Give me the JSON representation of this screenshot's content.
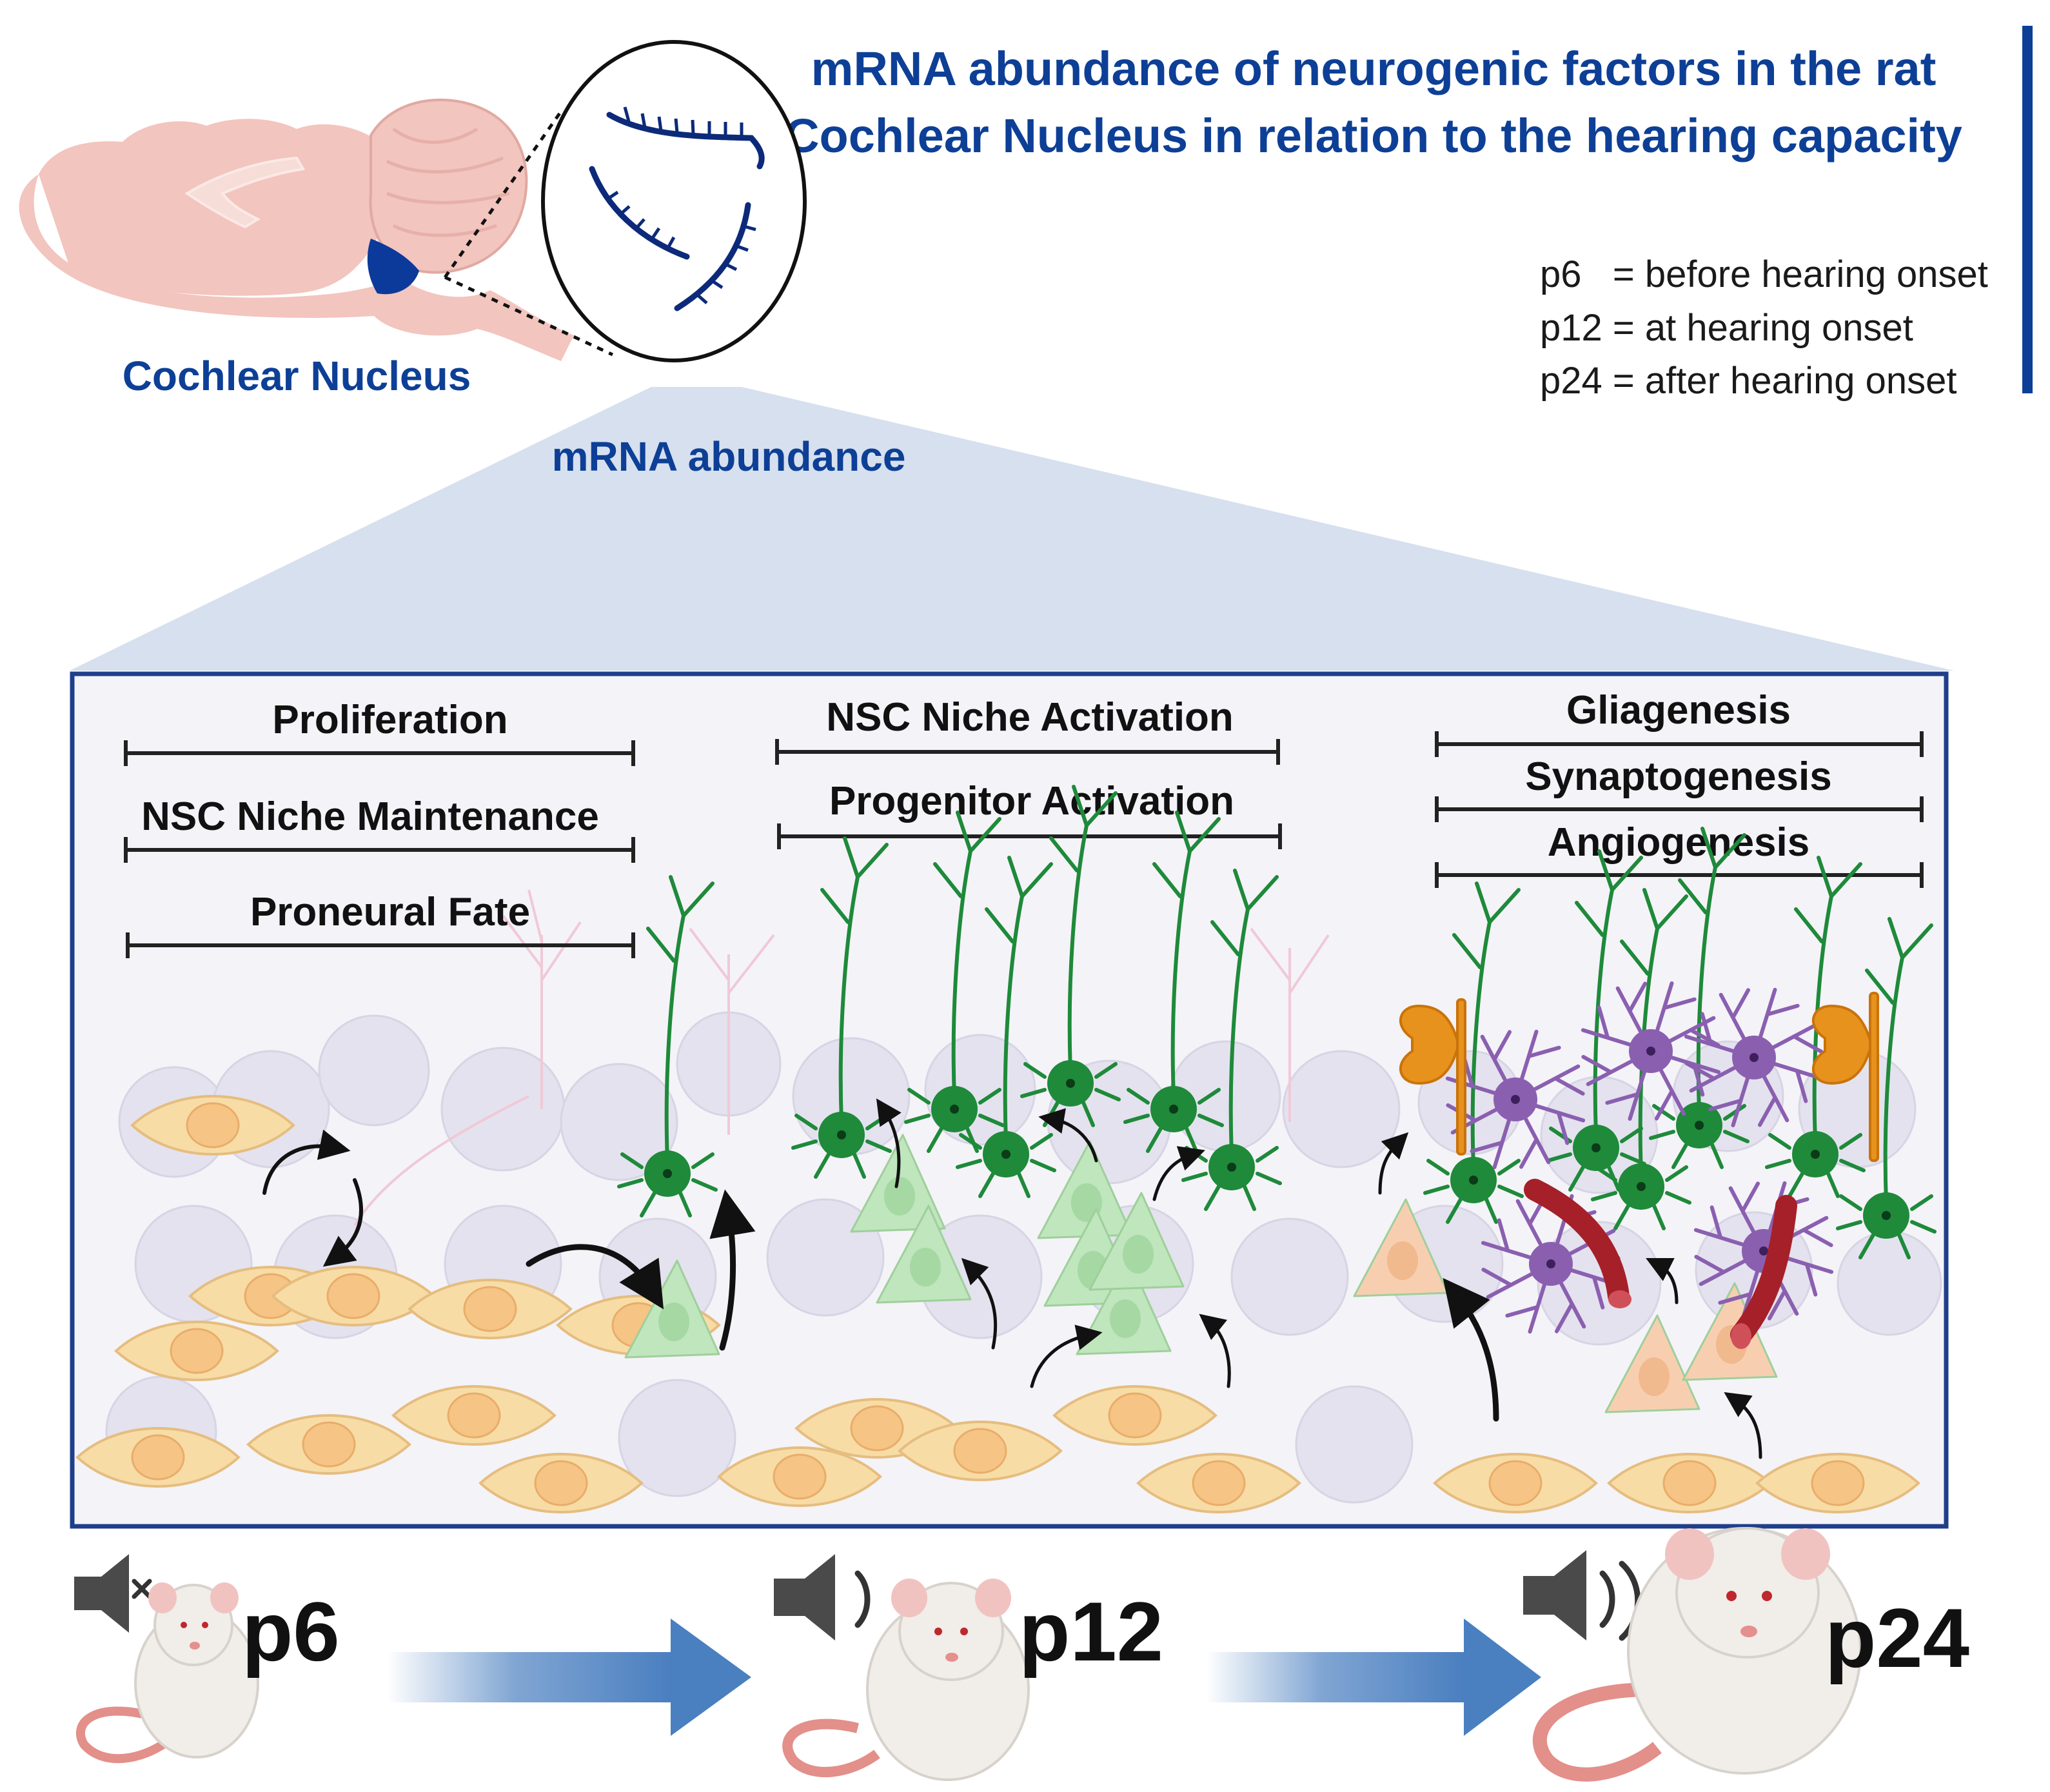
{
  "colors": {
    "title_blue": "#0d3f96",
    "frame_blue": "#1f3f8a",
    "band_fill": "#d6e0ee",
    "brain_pink": "#f2c5be",
    "nucleus_blue": "#0b3a9a",
    "precursor": "#f8dca6",
    "progenitor": "#bfe6bd",
    "neuron": "#1e8a3a",
    "glia": "#8a5fb0",
    "vessel": "#a52028",
    "synapse": "#e8921e",
    "arrow_blue": "#4a7fc0"
  },
  "title": {
    "line1": "mRNA abundance of neurogenic factors in the rat",
    "line2": "Cochlear Nucleus in relation to the hearing capacity"
  },
  "legend": {
    "items": [
      "p6   = before hearing onset",
      "p12 = at hearing onset",
      "p24 = after hearing onset"
    ]
  },
  "brain": {
    "label": "Cochlear Nucleus"
  },
  "band": {
    "label": "mRNA abundance"
  },
  "panel": {
    "p6_bars": [
      "Proliferation",
      "NSC Niche Maintenance",
      "Proneural Fate"
    ],
    "p12_bars": [
      "NSC Niche Activation",
      "Progenitor Activation"
    ],
    "p24_bars": [
      "Gliagenesis",
      "Synaptogenesis",
      "Angiogenesis"
    ]
  },
  "timeline": {
    "stages": [
      "p6",
      "p12",
      "p24"
    ],
    "icons": [
      "speaker-muted-icon",
      "speaker-low-icon",
      "speaker-high-icon"
    ]
  }
}
